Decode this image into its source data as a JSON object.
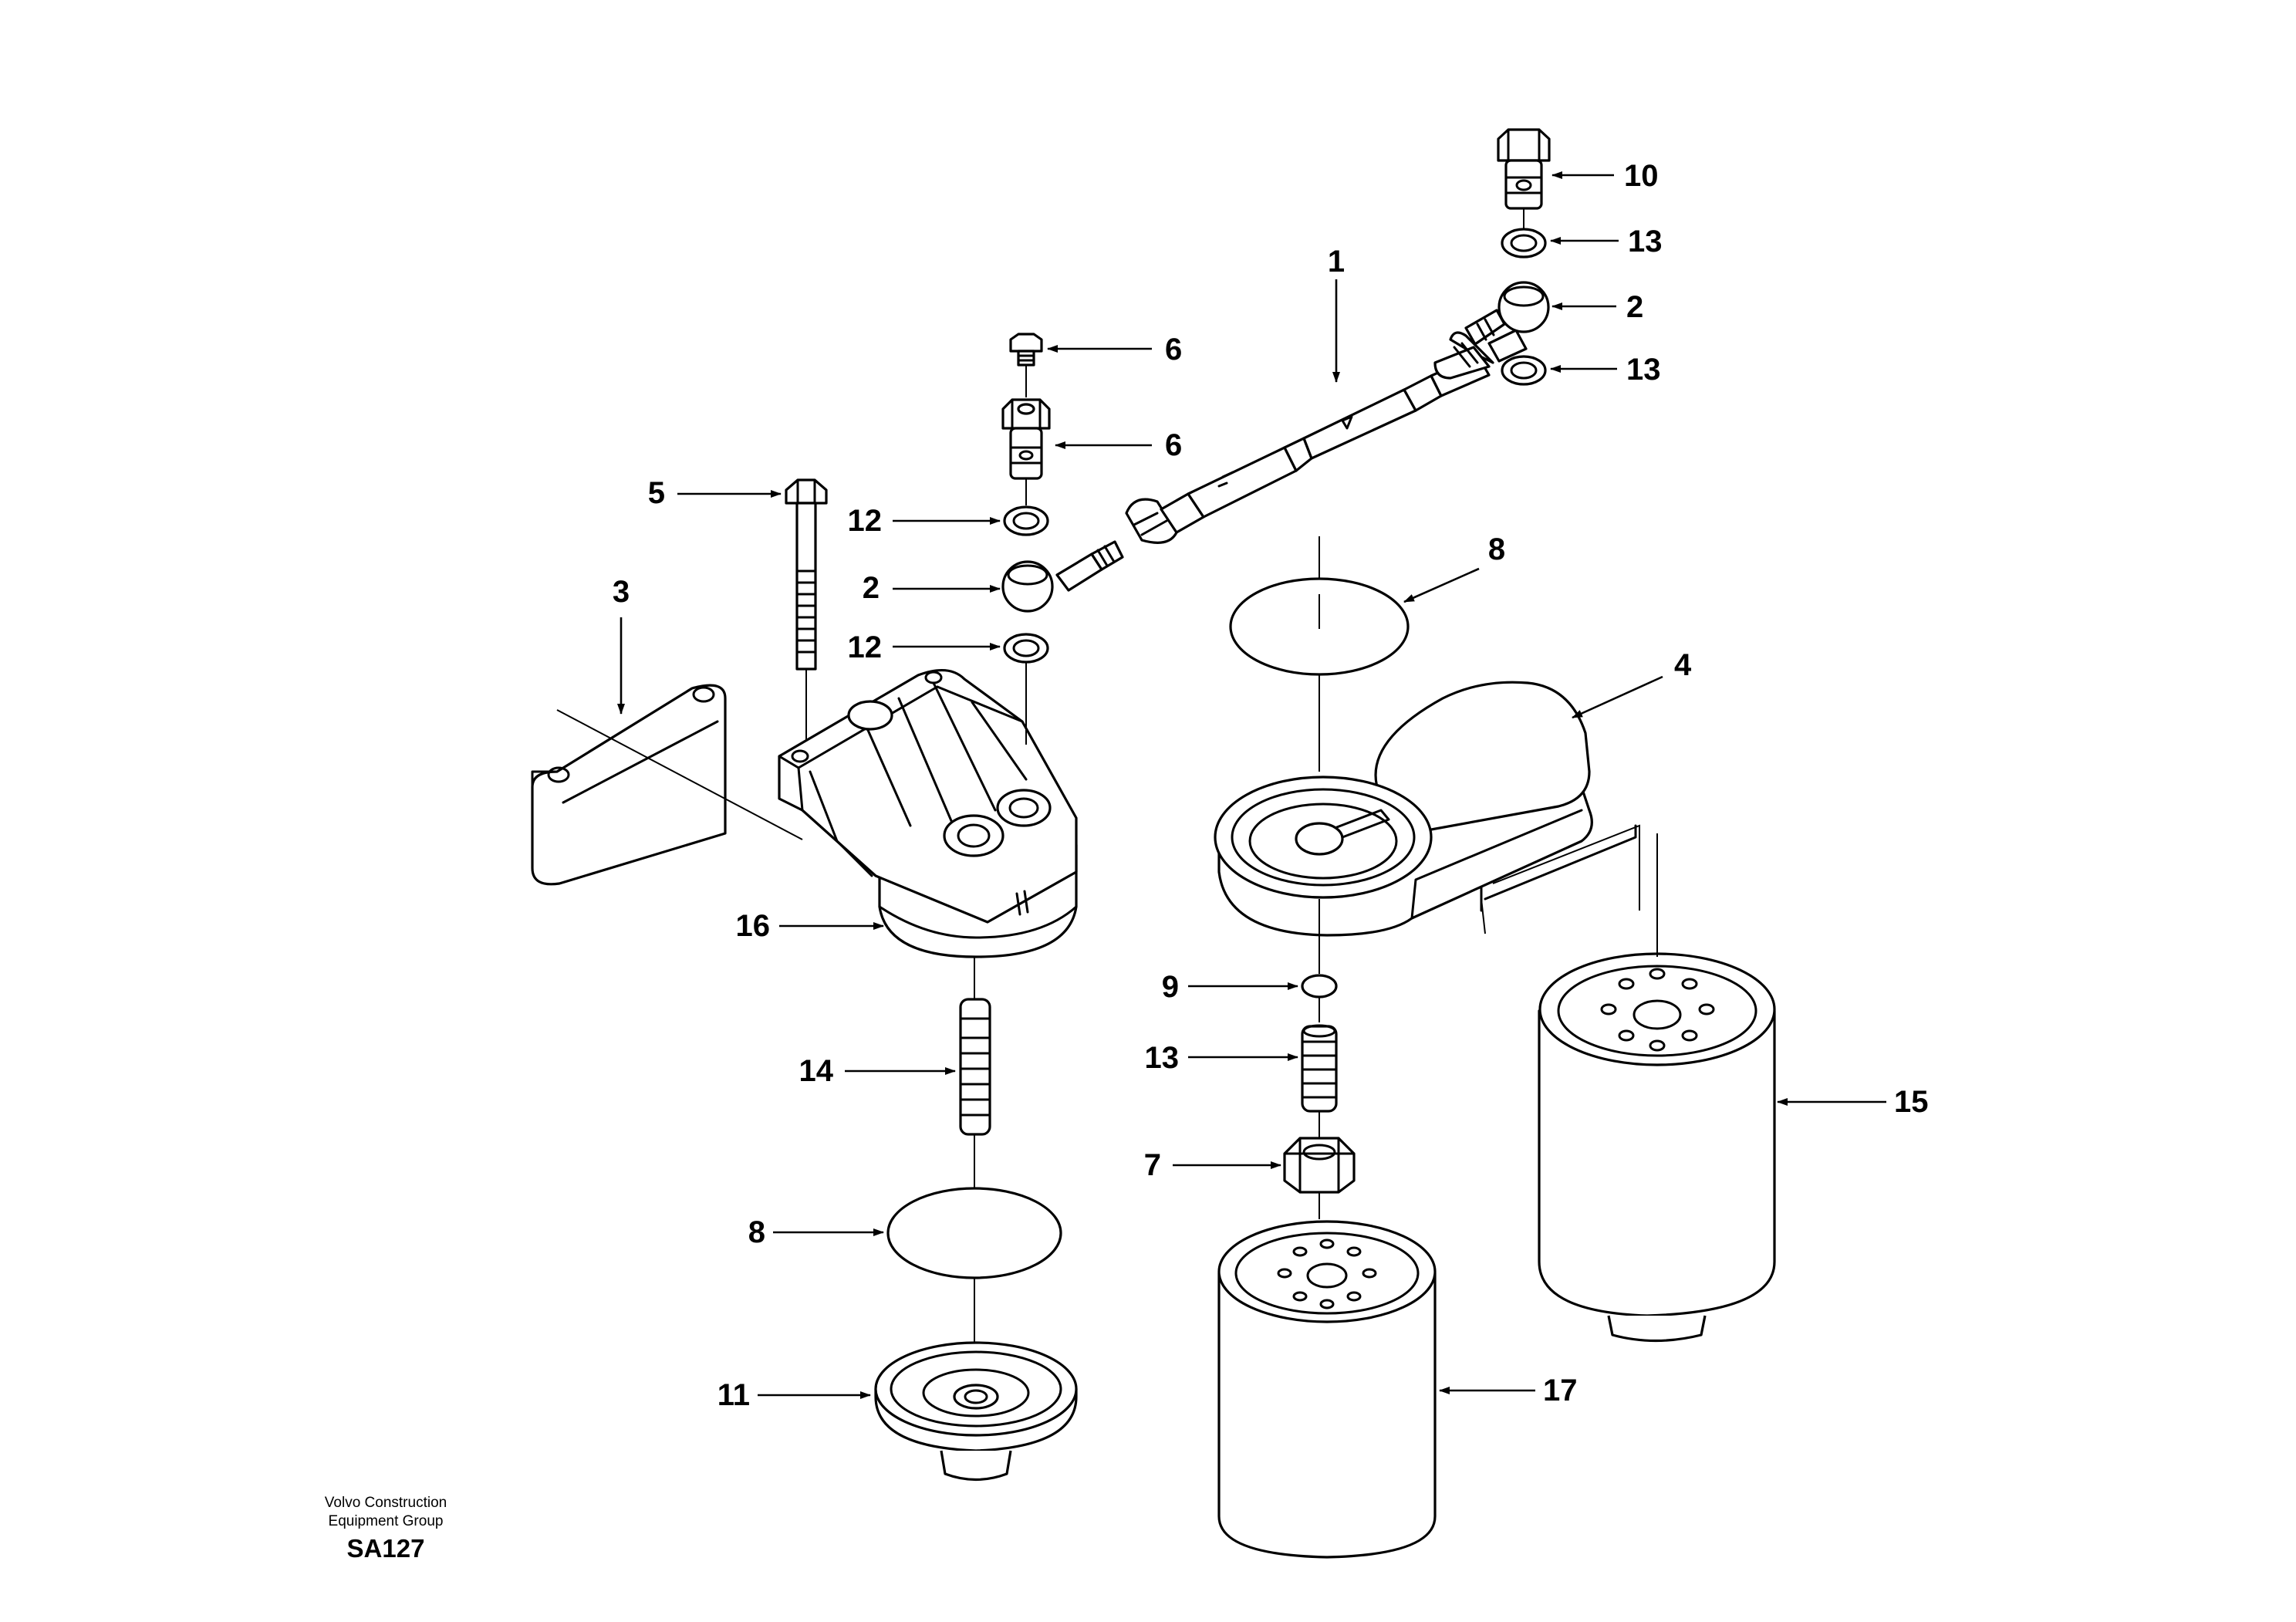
{
  "callouts": [
    {
      "id": "c1",
      "label": "1"
    },
    {
      "id": "c2a",
      "label": "2"
    },
    {
      "id": "c2b",
      "label": "2"
    },
    {
      "id": "c3",
      "label": "3"
    },
    {
      "id": "c4",
      "label": "4"
    },
    {
      "id": "c5",
      "label": "5"
    },
    {
      "id": "c6a",
      "label": "6"
    },
    {
      "id": "c6b",
      "label": "6"
    },
    {
      "id": "c7",
      "label": "7"
    },
    {
      "id": "c8a",
      "label": "8"
    },
    {
      "id": "c8b",
      "label": "8"
    },
    {
      "id": "c9",
      "label": "9"
    },
    {
      "id": "c10",
      "label": "10"
    },
    {
      "id": "c11",
      "label": "11"
    },
    {
      "id": "c12a",
      "label": "12"
    },
    {
      "id": "c12b",
      "label": "12"
    },
    {
      "id": "c13a",
      "label": "13"
    },
    {
      "id": "c13b",
      "label": "13"
    },
    {
      "id": "c13c",
      "label": "13"
    },
    {
      "id": "c14",
      "label": "14"
    },
    {
      "id": "c15",
      "label": "15"
    },
    {
      "id": "c16",
      "label": "16"
    },
    {
      "id": "c17",
      "label": "17"
    }
  ],
  "footer": {
    "company_line1": "Volvo Construction",
    "company_line2": "Equipment Group",
    "drawing_code": "SA127"
  }
}
